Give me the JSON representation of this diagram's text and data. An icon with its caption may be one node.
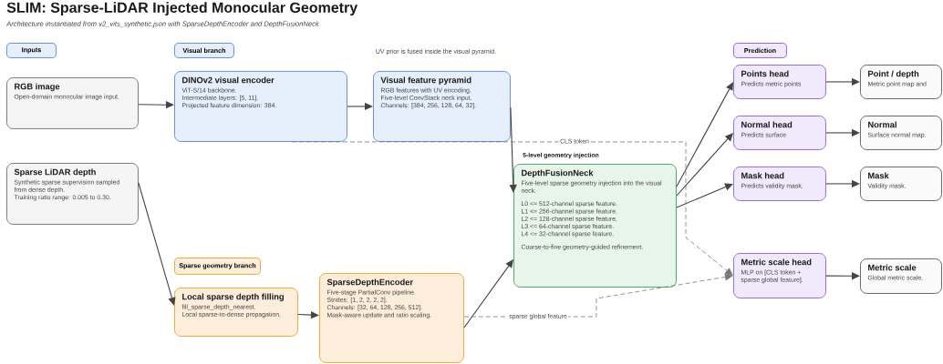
{
  "diagram": {
    "title": "SLIM: Sparse-LiDAR Injected Monocular Geometry",
    "caption": "Architecture instantiated from v2_vits_synthetic.json with SparseDepthEncoder and DepthFusionNeck",
    "nodes": [
      {
        "text": [
          "Inputs"
        ]
      },
      {
        "text": [
          "Visual branch"
        ]
      },
      {
        "text": [
          "Prediction"
        ]
      },
      {
        "text": [
          "Sparse geometry branch"
        ]
      },
      {
        "text": [
          "RGB image",
          "Open-domain monocular image input."
        ]
      },
      {
        "text": [
          "Sparse LiDAR depth",
          "Synthetic sparse supervision sampled from dense depth.",
          "Training ratio range: 0.005 to 0.30."
        ]
      },
      {
        "text": [
          "DINOv2 visual encoder",
          "ViT-S/14 backbone.",
          "Intermediate layers: [5, 11].",
          "Projected feature dimension: 384."
        ]
      },
      {
        "text": [
          "Visual feature pyramid",
          "RGB features with UV encoding.",
          "Five-level ConvStack neck input.",
          "Channels: [384, 256, 128, 64, 32]."
        ]
      },
      {
        "text": [
          "Local sparse depth filling",
          "fill_sparse_depth_nearest.",
          "Local sparse-to-dense propagation."
        ]
      },
      {
        "text": [
          "SparseDepthEncoder",
          "Five-stage PartialConv pipeline.",
          "Strides: [1, 2, 2, 2, 2].",
          "Channels: [32, 64, 128, 256, 512].",
          "Mask-aware update and ratio scaling."
        ]
      },
      {
        "text": [
          "DepthFusionNeck",
          "Five-level sparse geometry injection into the visual neck.",
          "L0 <= 512-channel sparse feature.",
          "L1 <= 256-channel sparse feature.",
          "L2 <= 128-channel sparse feature.",
          "L3 <= 64-channel sparse feature.",
          "L4 <= 32-channel sparse feature.",
          "Coarse-to-fine geometry-guided refinement."
        ],
        "beside": [
          "5-level geometry injection"
        ]
      },
      {
        "text": [
          "Points head",
          "Predicts metric points"
        ]
      },
      {
        "text": [
          "Normal head",
          "Predicts surface"
        ]
      },
      {
        "text": [
          "Mask head",
          "Predicts validity mask."
        ]
      },
      {
        "text": [
          "Metric scale head",
          "MLP on [CLS token + sparse global feature]."
        ]
      },
      {
        "text": [
          "Point / depth",
          "Metric point map and"
        ]
      },
      {
        "text": [
          "Normal",
          "Surface normal map."
        ]
      },
      {
        "text": [
          "Mask",
          "Validity mask."
        ]
      },
      {
        "text": [
          "Metric scale",
          "Global metric scale."
        ]
      }
    ],
    "edges": [
      {
        "from": 4,
        "to": 6,
        "arrow": "to"
      },
      {
        "from": 6,
        "to": 7,
        "arrow": "to"
      },
      {
        "from": 7,
        "to": 10,
        "arrow": "to"
      },
      {
        "from": 5,
        "to": 8,
        "arrow": "to"
      },
      {
        "from": 8,
        "to": 9,
        "arrow": "to"
      },
      {
        "from": 9,
        "to": 10,
        "arrow": "to"
      },
      {
        "from": 10,
        "to": 11,
        "arrow": "to"
      },
      {
        "from": 10,
        "to": 12,
        "arrow": "to"
      },
      {
        "from": 10,
        "to": 13,
        "arrow": "to"
      },
      {
        "from": 11,
        "to": 15,
        "arrow": "to"
      },
      {
        "from": 12,
        "to": 16,
        "arrow": "to"
      },
      {
        "from": 13,
        "to": 17,
        "arrow": "to"
      },
      {
        "from": 14,
        "to": 18,
        "arrow": "to"
      },
      {
        "from": 6,
        "to": 14,
        "arrow": "to",
        "label": "CLS token",
        "style": "dashed",
        "color": "#777777"
      },
      {
        "from": 9,
        "to": 14,
        "arrow": "to",
        "label": "sparse global feature",
        "style": "dashed",
        "color": "#777777"
      }
    ],
    "labels": [
      "UV prior is fused inside the visual pyramid."
    ]
  }
}
